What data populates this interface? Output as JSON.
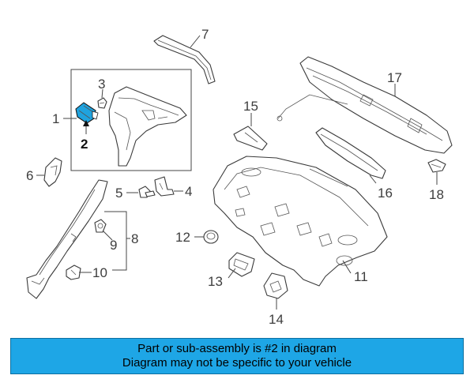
{
  "callouts": {
    "c1": "1",
    "c2": "2",
    "c3": "3",
    "c4": "4",
    "c5": "5",
    "c6": "6",
    "c7": "7",
    "c8": "8",
    "c9": "9",
    "c10": "10",
    "c11": "11",
    "c12": "12",
    "c13": "13",
    "c14": "14",
    "c15": "15",
    "c16": "16",
    "c17": "17",
    "c18": "18"
  },
  "banner": {
    "line1": "Part or sub-assembly is #2 in diagram",
    "line2": "Diagram may not be specific to your vehicle"
  },
  "colors": {
    "highlight": "#1fa3df",
    "banner": "#1ea6e6"
  }
}
